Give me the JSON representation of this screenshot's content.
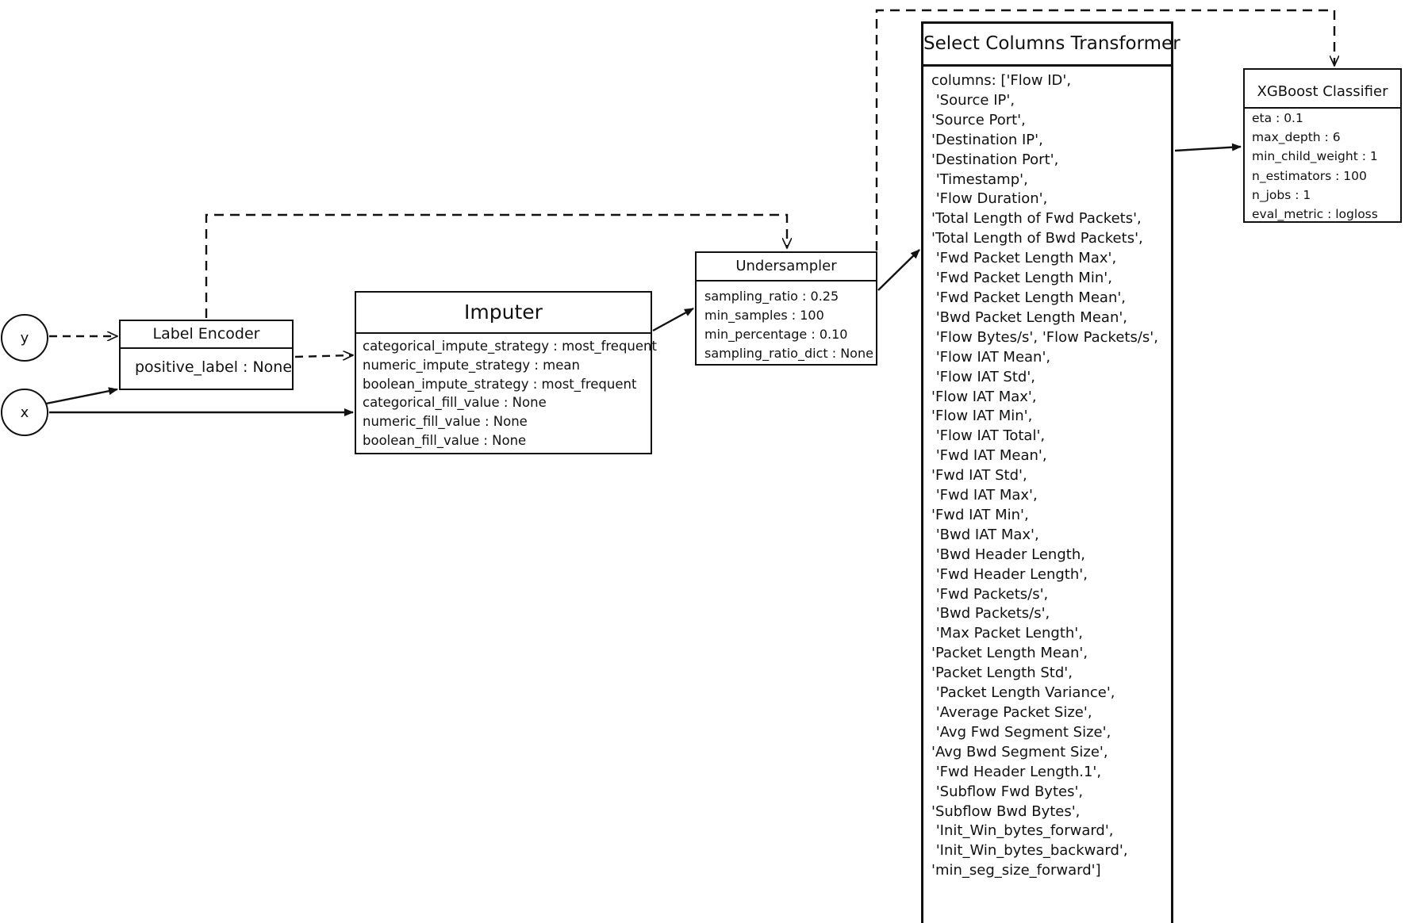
{
  "nodes": {
    "y": "y",
    "x": "x"
  },
  "label_encoder": {
    "title": "Label Encoder",
    "params": [
      "positive_label : None"
    ]
  },
  "imputer": {
    "title": "Imputer",
    "params": [
      "categorical_impute_strategy : most_frequent",
      "numeric_impute_strategy : mean",
      "boolean_impute_strategy : most_frequent",
      "categorical_fill_value : None",
      "numeric_fill_value : None",
      "boolean_fill_value : None"
    ]
  },
  "undersampler": {
    "title": "Undersampler",
    "params": [
      "sampling_ratio : 0.25",
      "min_samples : 100",
      "min_percentage : 0.10",
      "sampling_ratio_dict : None"
    ]
  },
  "select_columns": {
    "title": "Select Columns Transformer",
    "params": [
      "columns: ['Flow ID',",
      " 'Source IP',",
      "'Source Port',",
      "'Destination IP',",
      "'Destination Port',",
      " 'Timestamp',",
      " 'Flow Duration',",
      "'Total Length of Fwd Packets',",
      "'Total Length of Bwd Packets',",
      " 'Fwd Packet Length Max',",
      " 'Fwd Packet Length Min',",
      " 'Fwd Packet Length Mean',",
      " 'Bwd Packet Length Mean',",
      " 'Flow Bytes/s', 'Flow Packets/s',",
      " 'Flow IAT Mean',",
      " 'Flow IAT Std',",
      "'Flow IAT Max',",
      "'Flow IAT Min',",
      " 'Flow IAT Total',",
      " 'Fwd IAT Mean',",
      "'Fwd IAT Std',",
      " 'Fwd IAT Max',",
      "'Fwd IAT Min',",
      " 'Bwd IAT Max',",
      " 'Bwd Header Length,",
      " 'Fwd Header Length',",
      " 'Fwd Packets/s',",
      " 'Bwd Packets/s',",
      " 'Max Packet Length',",
      "'Packet Length Mean',",
      "'Packet Length Std',",
      " 'Packet Length Variance',",
      " 'Average Packet Size',",
      " 'Avg Fwd Segment Size',",
      "'Avg Bwd Segment Size',",
      " 'Fwd Header Length.1',",
      " 'Subflow Fwd Bytes',",
      "'Subflow Bwd Bytes',",
      " 'Init_Win_bytes_forward',",
      " 'Init_Win_bytes_backward',",
      "'min_seg_size_forward']"
    ]
  },
  "xgboost": {
    "title": "XGBoost Classifier",
    "params": [
      "eta : 0.1",
      "max_depth : 6",
      "min_child_weight : 1",
      "n_estimators : 100",
      "n_jobs : 1",
      "eval_metric : logloss"
    ]
  }
}
